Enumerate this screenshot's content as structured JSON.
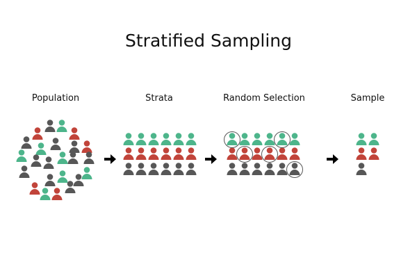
{
  "title": "Stratified Sampling",
  "labels": {
    "population": "Population",
    "strata": "Strata",
    "random_selection": "Random Selection",
    "sample": "Sample"
  },
  "colors": {
    "green": "#4db58b",
    "red": "#c1443a",
    "gray": "#575757",
    "circle": "#555555",
    "arrow": "#000000"
  },
  "population": [
    "gray",
    "green",
    "red",
    "red",
    "gray",
    "green",
    "gray",
    "gray",
    "red",
    "green",
    "gray",
    "gray",
    "green",
    "gray",
    "gray",
    "green",
    "gray",
    "gray",
    "green",
    "gray",
    "gray",
    "red",
    "green",
    "red"
  ],
  "strata": {
    "rows": [
      "green",
      "red",
      "gray"
    ],
    "per_row": 6
  },
  "selection": {
    "selected": [
      {
        "row": 0,
        "col": 0
      },
      {
        "row": 0,
        "col": 4
      },
      {
        "row": 1,
        "col": 1
      },
      {
        "row": 1,
        "col": 3
      },
      {
        "row": 2,
        "col": 5
      }
    ]
  },
  "sample": {
    "rows": [
      {
        "color": "green",
        "count": 2
      },
      {
        "color": "red",
        "count": 2
      },
      {
        "color": "gray",
        "count": 1
      }
    ]
  }
}
